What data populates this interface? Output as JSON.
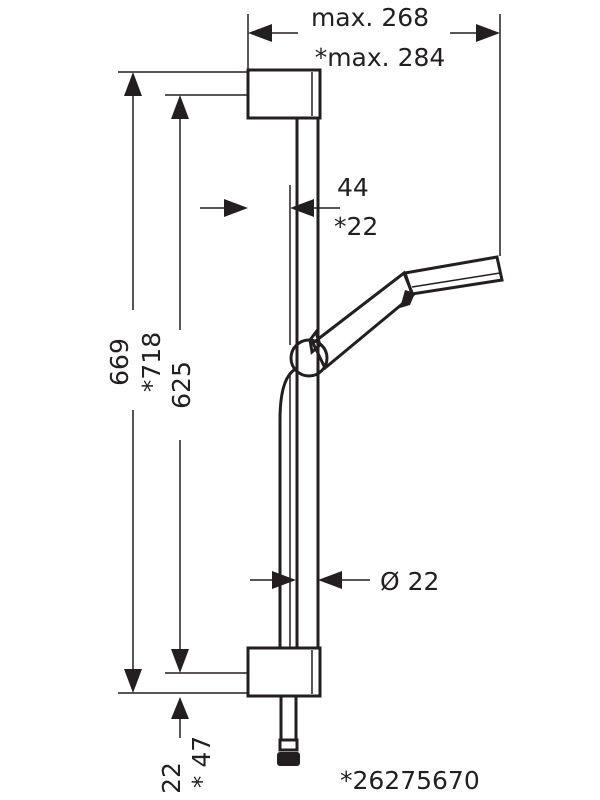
{
  "drawing": {
    "width_dim": {
      "primary": "max. 268",
      "alternate": "*max. 284"
    },
    "height_dim": {
      "primary": "669",
      "alternate": "*718"
    },
    "bar_length_dim": "625",
    "depth_dim": {
      "primary": "44",
      "alternate": "*22"
    },
    "diameter_dim": "Ø 22",
    "bottom_dim": {
      "primary": "22",
      "alternate": "* 47"
    },
    "article_number": "*26275670",
    "line_color": "#231f20"
  }
}
